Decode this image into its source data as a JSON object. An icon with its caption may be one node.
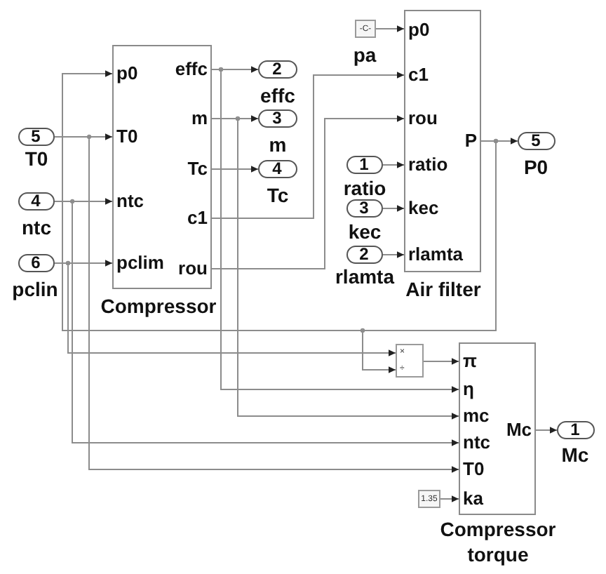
{
  "diagram": {
    "nodes": [
      {
        "text": [
          "5"
        ],
        "beside": [
          "T0"
        ]
      },
      {
        "text": [
          "4"
        ],
        "beside": [
          "ntc"
        ]
      },
      {
        "text": [
          "6"
        ],
        "beside": [
          "pclin"
        ]
      },
      {
        "text": [
          "p0",
          "T0",
          "ntc",
          "pclim",
          "effc",
          "m",
          "Tc",
          "c1",
          "rou",
          "Compressor"
        ]
      },
      {
        "text": [
          "2"
        ],
        "beside": [
          "effc"
        ]
      },
      {
        "text": [
          "3"
        ],
        "beside": [
          "m"
        ]
      },
      {
        "text": [
          "4"
        ],
        "beside": [
          "Tc"
        ]
      },
      {
        "text": [
          "-C-"
        ],
        "beside": [
          "pa"
        ]
      },
      {
        "text": [
          "p0",
          "c1",
          "rou",
          "ratio",
          "kec",
          "rlamta",
          "P",
          "Air filter"
        ]
      },
      {
        "text": [
          "1"
        ],
        "beside": [
          "ratio"
        ]
      },
      {
        "text": [
          "3"
        ],
        "beside": [
          "kec"
        ]
      },
      {
        "text": [
          "2"
        ],
        "beside": [
          "rlamta"
        ]
      },
      {
        "text": [
          "5"
        ],
        "beside": [
          "P0"
        ]
      },
      {
        "text": [
          "×",
          "÷"
        ]
      },
      {
        "text": [
          "π",
          "η",
          "mc",
          "ntc",
          "T0",
          "ka",
          "Mc",
          "Compressor torque"
        ]
      },
      {
        "text": [
          "1.35"
        ]
      },
      {
        "text": [
          "1"
        ],
        "beside": [
          "Mc"
        ]
      }
    ],
    "edges": [
      {
        "from": 0,
        "to": 3,
        "arrow": "to"
      },
      {
        "from": 0,
        "to": 14,
        "arrow": "to"
      },
      {
        "from": 1,
        "to": 3,
        "arrow": "to"
      },
      {
        "from": 1,
        "to": 14,
        "arrow": "to"
      },
      {
        "from": 2,
        "to": 3,
        "arrow": "to"
      },
      {
        "from": 2,
        "to": 13,
        "arrow": "to"
      },
      {
        "from": 3,
        "to": 4,
        "arrow": "to"
      },
      {
        "from": 3,
        "to": 14,
        "arrow": "to"
      },
      {
        "from": 3,
        "to": 5,
        "arrow": "to"
      },
      {
        "from": 3,
        "to": 14,
        "arrow": "to"
      },
      {
        "from": 3,
        "to": 6,
        "arrow": "to"
      },
      {
        "from": 3,
        "to": 8,
        "arrow": "to"
      },
      {
        "from": 3,
        "to": 8,
        "arrow": "to"
      },
      {
        "from": 7,
        "to": 8,
        "arrow": "to"
      },
      {
        "from": 9,
        "to": 8,
        "arrow": "to"
      },
      {
        "from": 10,
        "to": 8,
        "arrow": "to"
      },
      {
        "from": 11,
        "to": 8,
        "arrow": "to"
      },
      {
        "from": 8,
        "to": 12,
        "arrow": "to"
      },
      {
        "from": 8,
        "to": 3,
        "arrow": "to"
      },
      {
        "from": 8,
        "to": 13,
        "arrow": "to"
      },
      {
        "from": 13,
        "to": 14,
        "arrow": "to"
      },
      {
        "from": 15,
        "to": 14,
        "arrow": "to"
      },
      {
        "from": 14,
        "to": 16,
        "arrow": "to"
      }
    ]
  }
}
